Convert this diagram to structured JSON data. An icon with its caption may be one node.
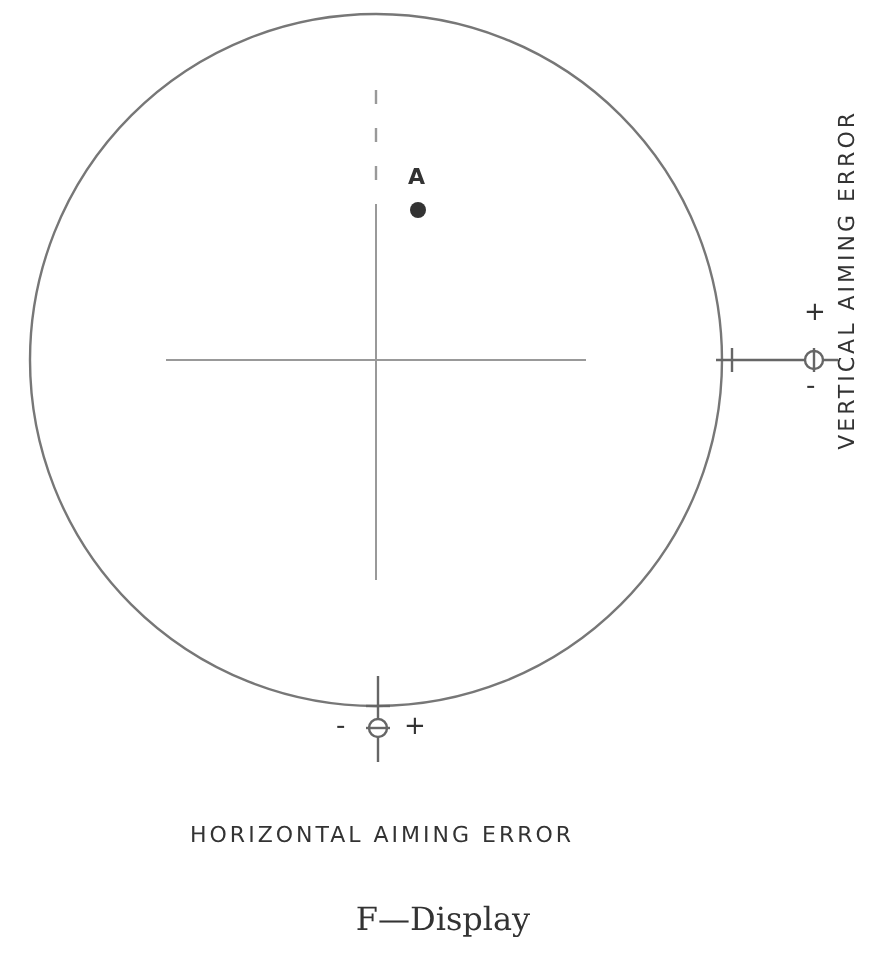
{
  "diagram": {
    "caption": "F—Display",
    "labels": [
      "A",
      "VERTICAL AIMING ERROR",
      "+",
      "-",
      "-",
      "+",
      "HORIZONTAL AIMING ERROR"
    ]
  }
}
